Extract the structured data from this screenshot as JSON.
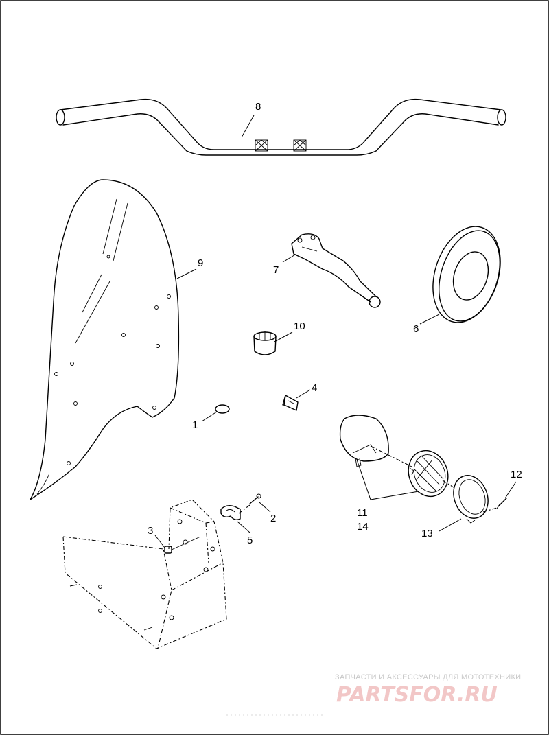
{
  "callouts": {
    "c1": "1",
    "c2": "2",
    "c3": "3",
    "c4": "4",
    "c5": "5",
    "c6": "6",
    "c7": "7",
    "c8": "8",
    "c9": "9",
    "c10": "10",
    "c11": "11",
    "c12": "12",
    "c13": "13",
    "c14": "14"
  },
  "watermark": {
    "caption": "ЗАПЧАСТИ И АКСЕССУАРЫ ДЛЯ МОТОТЕХНИКИ",
    "logo": "PARTSFOR.RU",
    "color": "#f2c7c7"
  }
}
